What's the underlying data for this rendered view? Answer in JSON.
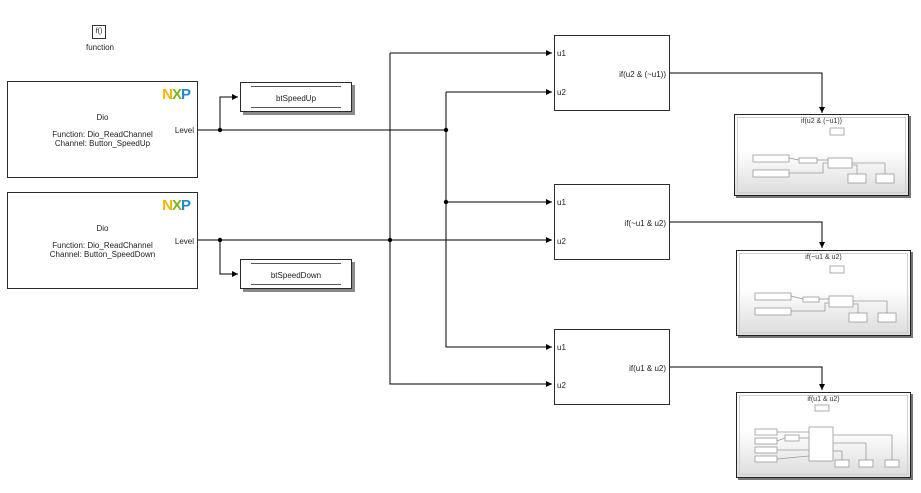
{
  "function_block": {
    "symbol": "f()",
    "caption": "function"
  },
  "dio_blocks": [
    {
      "logo": "NXP",
      "name": "Dio",
      "function_line": "Function: Dio_ReadChannel",
      "channel_line": "Channel: Button_SpeedUp",
      "port": "Level"
    },
    {
      "logo": "NXP",
      "name": "Dio",
      "function_line": "Function: Dio_ReadChannel",
      "channel_line": "Channel: Button_SpeedDown",
      "port": "Level"
    }
  ],
  "goto_blocks": [
    {
      "tag": "btSpeedUp"
    },
    {
      "tag": "btSpeedDown"
    }
  ],
  "logic_blocks": [
    {
      "in1": "u1",
      "in2": "u2",
      "out": "if(u2 & (~u1))"
    },
    {
      "in1": "u1",
      "in2": "u2",
      "out": "if(~u1 & u2)"
    },
    {
      "in1": "u1",
      "in2": "u2",
      "out": "if(u1 & u2)"
    }
  ],
  "subsystems": [
    {
      "title": "if(u2 & (~u1))"
    },
    {
      "title": "if(~u1 & u2)"
    },
    {
      "title": "if(u1 & u2)"
    }
  ],
  "colors": {
    "line": "#000000",
    "nxp_n": "#f7b500",
    "nxp_x": "#7ab51d",
    "nxp_p": "#1f8ad2",
    "subsystem_gradient_end": "#dcdcdc"
  }
}
